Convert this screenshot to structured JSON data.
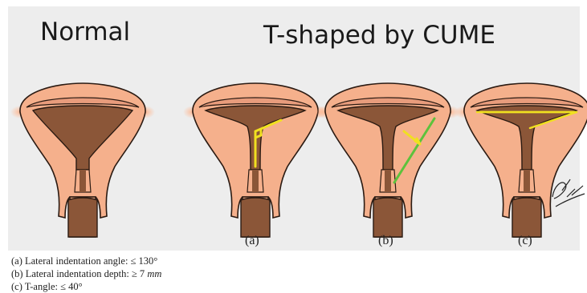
{
  "headings": {
    "normal": "Normal",
    "t_shaped": "T-shaped by CUME"
  },
  "panel_labels": [
    "(a)",
    "(b)",
    "(c)"
  ],
  "criteria": [
    {
      "text": "(a) Lateral indentation angle: ≤ 130°",
      "unit": ""
    },
    {
      "text": "(b) Lateral indentation depth: ≥ 7 ",
      "unit": "mm"
    },
    {
      "text": "(c) T-angle: ≤ 40°",
      "unit": ""
    }
  ],
  "colors": {
    "background": "#ededed",
    "uterus_tissue": "#f5b08c",
    "cavity": "#8b5638",
    "annotation_yellow": "#f0e020",
    "annotation_green": "#5dc23c"
  },
  "decorations": [
    "signature"
  ]
}
